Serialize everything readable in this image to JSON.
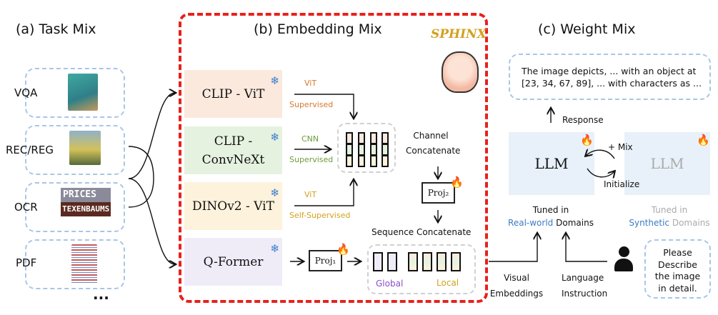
{
  "titles": {
    "a": "(a) Task Mix",
    "b": "(b) Embedding Mix",
    "c": "(c) Weight Mix"
  },
  "tasks": [
    {
      "label": "VQA"
    },
    {
      "label": "REC/REG"
    },
    {
      "label": "OCR"
    },
    {
      "label": "PDF"
    }
  ],
  "tasks_more": "...",
  "ocr_words": [
    "PRICES",
    "TEXENBAUMS"
  ],
  "brand": "SPHINX",
  "encoders": [
    {
      "name": "CLIP - ViT",
      "arch": "ViT",
      "training": "Supervised",
      "color": "#fbe9de",
      "text_color": "#d9772b"
    },
    {
      "name": "CLIP - ConvNeXt",
      "arch": "CNN",
      "training": "Supervised",
      "color": "#e6f2e0",
      "text_color": "#6f9c3a"
    },
    {
      "name": "DINOv2 - ViT",
      "arch": "ViT",
      "training": "Self-Supervised",
      "color": "#fdf2dc",
      "text_color": "#d1a21c"
    },
    {
      "name": "Q-Former",
      "color": "#efecf8"
    }
  ],
  "channel_concat": [
    "Channel",
    "Concatenate"
  ],
  "proj1": "Proj₁",
  "proj2": "Proj₂",
  "sequence_concat": "Sequence Concatenate",
  "global_label": "Global",
  "local_label": "Local",
  "global_color": "#8a4fc7",
  "local_color": "#d1a21c",
  "response_text": "The image depicts, ... with an object at [23, 34, 67, 89], ... with characters as ...",
  "response_label": "Response",
  "llm_real": "LLM",
  "llm_synthetic": "LLM",
  "mix_label": "+ Mix",
  "init_label": "Initialize",
  "tuned_real": {
    "line1": "Tuned in",
    "domain": "Real-world",
    "suffix": "Domains"
  },
  "tuned_synth": {
    "line1": "Tuned in",
    "domain": "Synthetic",
    "suffix": "Domains"
  },
  "visual_embeddings": [
    "Visual",
    "Embeddings"
  ],
  "language_instruction": [
    "Language",
    "Instruction"
  ],
  "user_prompt": "Please Describe the image in detail.",
  "accent_red": "#e8201b",
  "accent_blue": "#3a7cc4"
}
